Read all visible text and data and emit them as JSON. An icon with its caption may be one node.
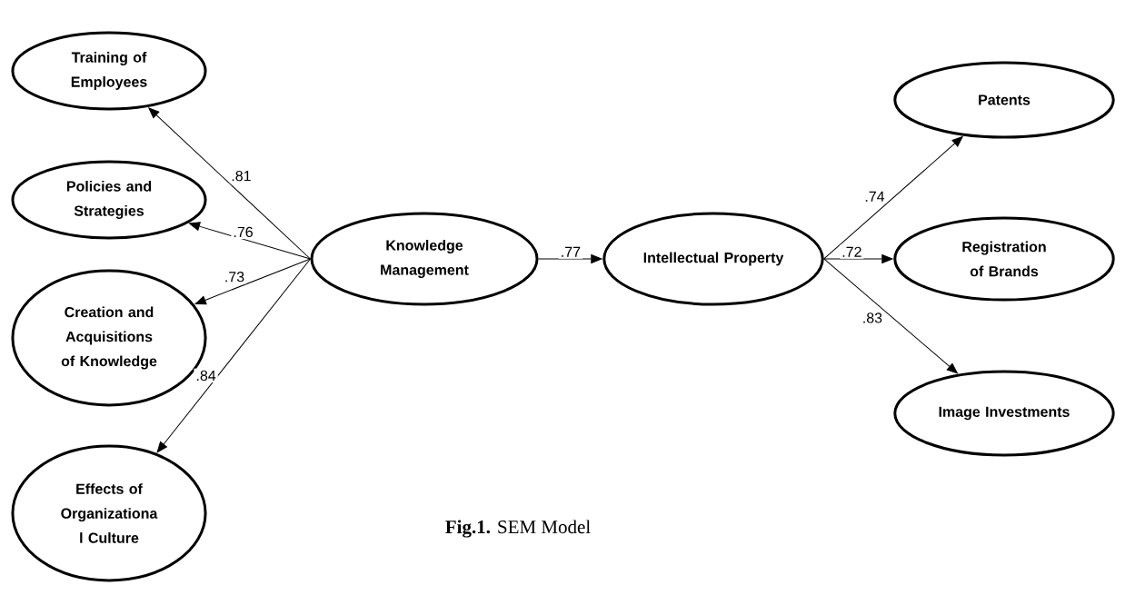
{
  "diagram": {
    "caption": "**Fig.1.** SEM Model",
    "nodes": [
      {
        "text": [
          "Training of Employees"
        ]
      },
      {
        "text": [
          "Policies and Strategies"
        ]
      },
      {
        "text": [
          "Creation and Acquisitions of Knowledge"
        ]
      },
      {
        "text": [
          "Effects of Organizationa l Culture"
        ]
      },
      {
        "text": [
          "Knowledge Management"
        ]
      },
      {
        "text": [
          "Intellectual Property"
        ]
      },
      {
        "text": [
          "Patents"
        ]
      },
      {
        "text": [
          "Registration of Brands"
        ]
      },
      {
        "text": [
          "Image Investments"
        ]
      }
    ],
    "edges": [
      {
        "from": 4,
        "to": 0,
        "arrow": "to",
        "label": ".81"
      },
      {
        "from": 4,
        "to": 1,
        "arrow": "to",
        "label": ".76"
      },
      {
        "from": 4,
        "to": 2,
        "arrow": "to",
        "label": ".73"
      },
      {
        "from": 4,
        "to": 3,
        "arrow": "to",
        "label": ".84"
      },
      {
        "from": 4,
        "to": 5,
        "arrow": "to",
        "label": ".77"
      },
      {
        "from": 5,
        "to": 6,
        "arrow": "to",
        "label": ".74"
      },
      {
        "from": 5,
        "to": 7,
        "arrow": "to",
        "label": ".72"
      },
      {
        "from": 5,
        "to": 8,
        "arrow": "to",
        "label": ".83"
      }
    ]
  }
}
